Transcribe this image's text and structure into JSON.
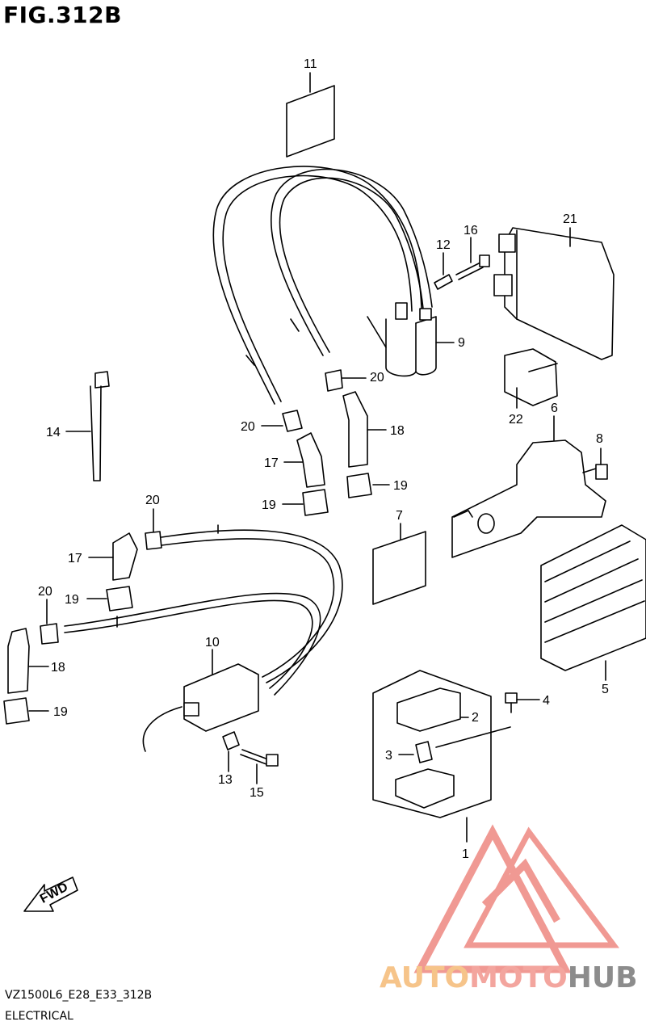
{
  "figure": {
    "title": "FIG.312B",
    "model_code": "VZ1500L6_E28_E33_312B",
    "section_name": "ELECTRICAL"
  },
  "callouts": [
    "11",
    "21",
    "16",
    "12",
    "9",
    "20",
    "22",
    "6",
    "8",
    "14",
    "20",
    "18",
    "17",
    "19",
    "19",
    "7",
    "20",
    "17",
    "19",
    "20",
    "18",
    "19",
    "10",
    "5",
    "4",
    "2",
    "3",
    "13",
    "15",
    "1"
  ],
  "fwd_label": "FWD",
  "watermark": {
    "part_a": "AUTO",
    "part_b": "MOTO",
    "part_c": "HUB",
    "colors": {
      "auto": "#f6c48a",
      "moto": "#f3a59e",
      "hub": "#8c8c8c",
      "triangle": "#ef8f88"
    }
  }
}
